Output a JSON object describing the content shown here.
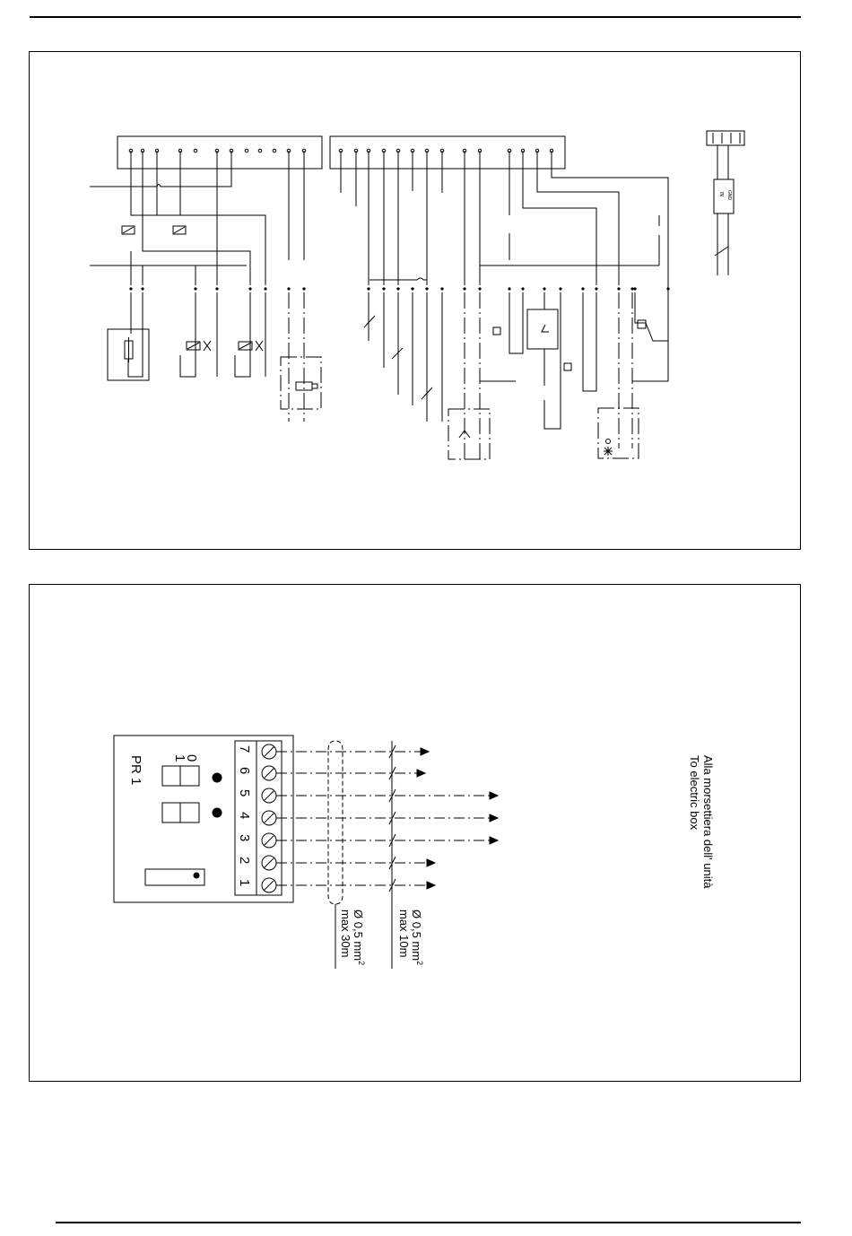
{
  "wiring_diagram": {
    "probe_labels": [
      "GND",
      "IN"
    ]
  },
  "remote_panel": {
    "title": "PR 1",
    "switch_labels": [
      "0",
      "1"
    ],
    "terminals": [
      "7",
      "6",
      "5",
      "4",
      "3",
      "2",
      "1"
    ],
    "cable_short": {
      "section": "Ø 0,5 mm",
      "exponent": "2",
      "length": "max 10m"
    },
    "cable_long": {
      "section": "Ø 0,5 mm",
      "exponent": "2",
      "length": "max 30m"
    },
    "destination_it": "Alla morsettiera dell' unità",
    "destination_en": "To electric box"
  }
}
